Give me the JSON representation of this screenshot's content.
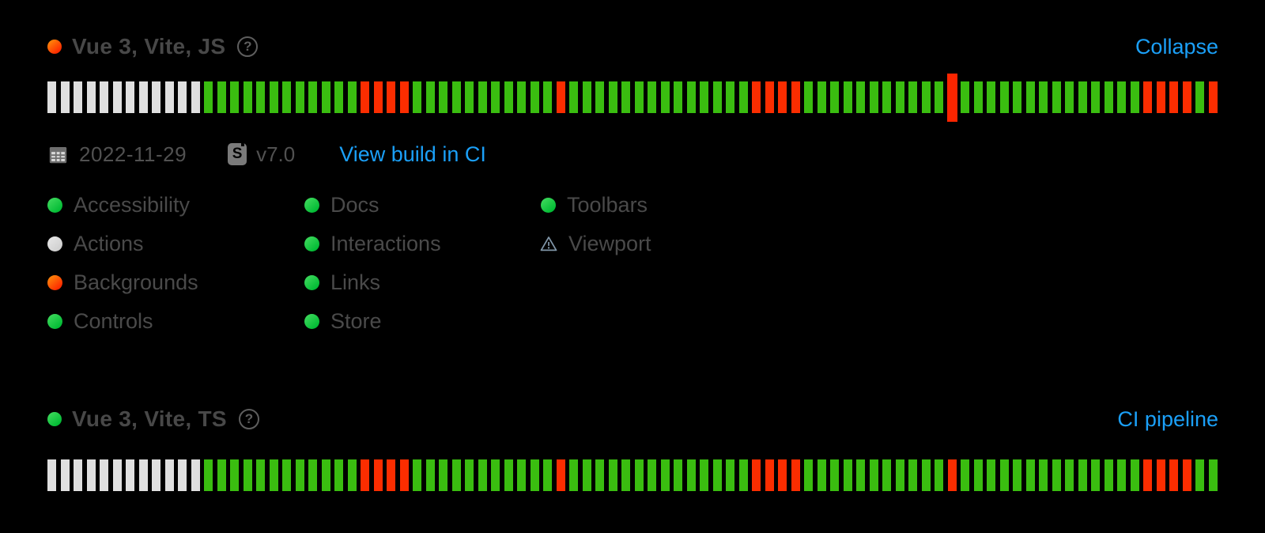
{
  "colors": {
    "background": "#000000",
    "link_blue": "#1BA0F8",
    "stripe_pass_green": "#3ABD10",
    "stripe_fail_red": "#FB2D00",
    "stripe_skip_gray": "#DFDFDF",
    "dot_pass_green": "#00BA33",
    "dot_fail_orange": "#FE2C00",
    "text_primary": "#484848",
    "warn_icon_slate": "#8096A8"
  },
  "sections": [
    {
      "title": "Vue 3, Vite, JS",
      "title_status": "fail",
      "help_icon": "?",
      "action_link": "Collapse",
      "meta": {
        "date": "2022-11-29",
        "storybook_badge": "S",
        "version": "v7.0",
        "build_link": "View build in CI"
      },
      "checks": [
        {
          "label": "Accessibility",
          "status": "pass"
        },
        {
          "label": "Actions",
          "status": "skip"
        },
        {
          "label": "Backgrounds",
          "status": "fail"
        },
        {
          "label": "Controls",
          "status": "pass"
        },
        {
          "label": "Docs",
          "status": "pass"
        },
        {
          "label": "Interactions",
          "status": "pass"
        },
        {
          "label": "Links",
          "status": "pass"
        },
        {
          "label": "Store",
          "status": "pass"
        },
        {
          "label": "Toolbars",
          "status": "pass"
        },
        {
          "label": "Viewport",
          "status": "warn"
        }
      ],
      "build_history": [
        [
          "skip",
          12
        ],
        [
          "pass",
          12
        ],
        [
          "fail",
          4
        ],
        [
          "pass",
          11
        ],
        [
          "fail",
          1
        ],
        [
          "pass",
          14
        ],
        [
          "fail",
          4
        ],
        [
          "pass",
          11
        ],
        [
          "fail_selected",
          1
        ],
        [
          "pass",
          14
        ],
        [
          "fail",
          4
        ],
        [
          "pass",
          1
        ],
        [
          "fail",
          1
        ]
      ]
    },
    {
      "title": "Vue 3, Vite, TS",
      "title_status": "pass",
      "help_icon": "?",
      "action_link": "CI pipeline",
      "build_history": [
        [
          "skip",
          12
        ],
        [
          "pass",
          12
        ],
        [
          "fail",
          4
        ],
        [
          "pass",
          11
        ],
        [
          "fail",
          1
        ],
        [
          "pass",
          14
        ],
        [
          "fail",
          4
        ],
        [
          "pass",
          11
        ],
        [
          "fail",
          1
        ],
        [
          "pass",
          14
        ],
        [
          "fail",
          4
        ],
        [
          "pass",
          2
        ]
      ]
    }
  ]
}
